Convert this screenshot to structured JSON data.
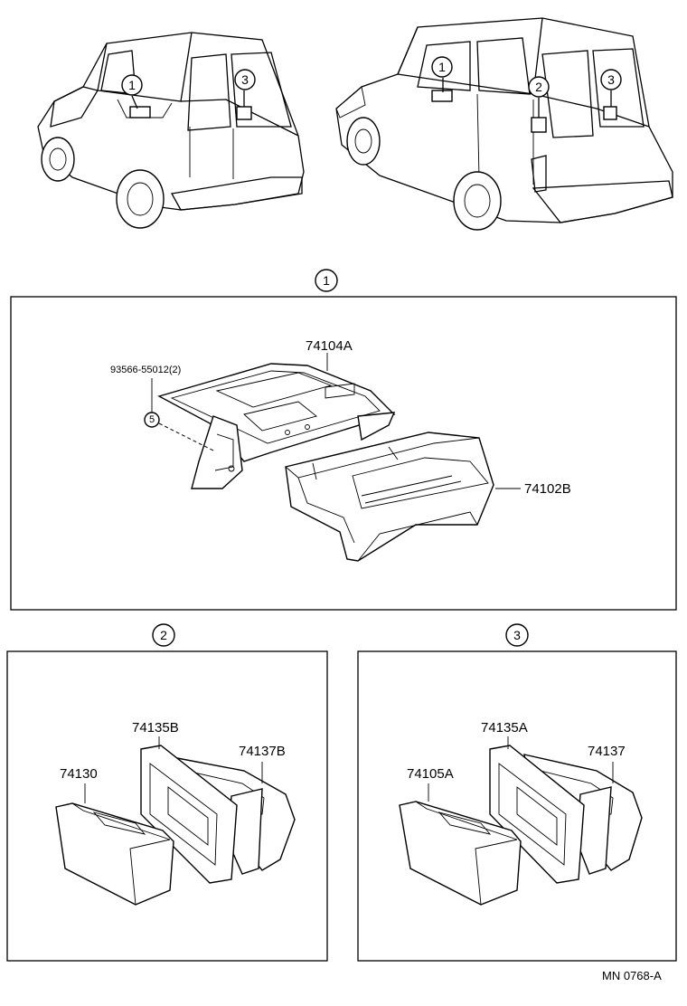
{
  "callouts": {
    "c1": "1",
    "c2": "2",
    "c3": "3",
    "c5": "5"
  },
  "section1": {
    "label": "1",
    "part_tray": "74104A",
    "part_box": "74102B",
    "screw": "93566-55012(2)"
  },
  "section2": {
    "label": "2",
    "part_box": "74130",
    "part_frame": "74135B",
    "part_housing": "74137B"
  },
  "section3": {
    "label": "3",
    "part_box": "74105A",
    "part_frame": "74135A",
    "part_housing": "74137"
  },
  "footer": {
    "code": "MN 0768-A"
  }
}
